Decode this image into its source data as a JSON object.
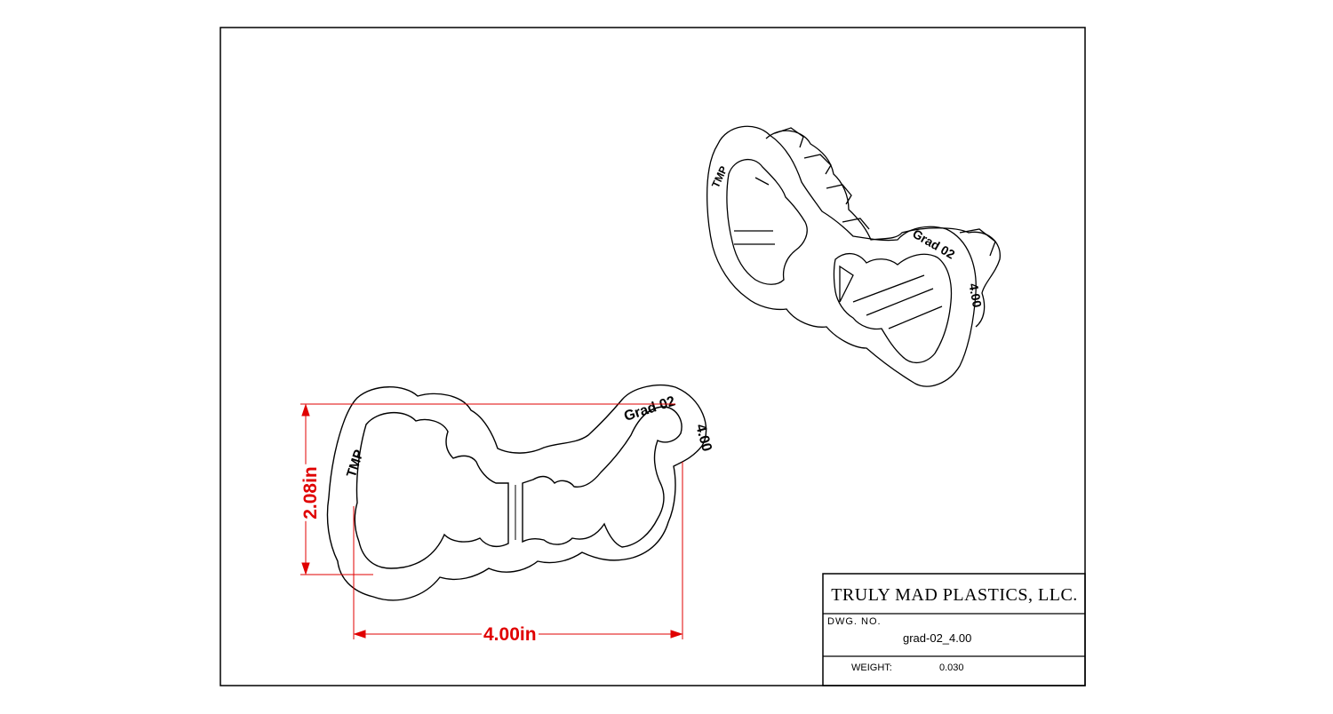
{
  "title_block": {
    "company": "TRULY MAD PLASTICS, LLC.",
    "dwg_no_label": "DWG. NO.",
    "dwg_no": "grad-02_4.00",
    "weight_label": "WEIGHT:",
    "weight": "0.030"
  },
  "dimensions": {
    "width": "4.00in",
    "height": "2.08in"
  },
  "engravings": {
    "brand": "TMP",
    "model": "Grad 02",
    "size": "4.00"
  },
  "colors": {
    "dimension": "#e00000",
    "line": "#000000",
    "background": "#ffffff"
  }
}
